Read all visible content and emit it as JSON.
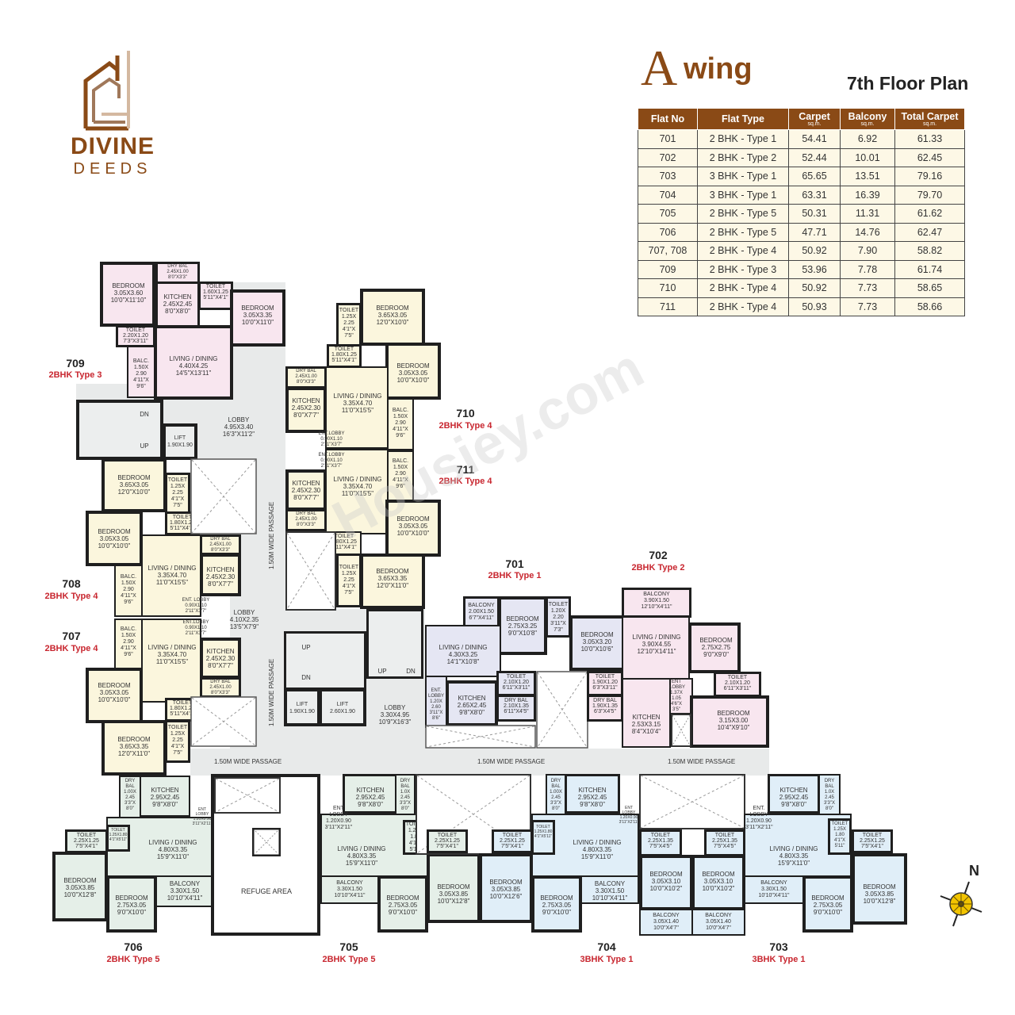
{
  "brand": {
    "name_line1": "DIVINE",
    "name_line2": "DEEDS",
    "logo_icon": "house-logo-icon",
    "color": "#8a4a16"
  },
  "header": {
    "wing_letter": "A",
    "wing_word": "wing",
    "floor_title": "7th Floor Plan"
  },
  "table": {
    "columns": [
      {
        "label": "Flat No",
        "unit": ""
      },
      {
        "label": "Flat Type",
        "unit": ""
      },
      {
        "label": "Carpet",
        "unit": "sq.m."
      },
      {
        "label": "Balcony",
        "unit": "sq.m."
      },
      {
        "label": "Total Carpet",
        "unit": "sq.m."
      }
    ],
    "rows": [
      [
        "701",
        "2 BHK - Type 1",
        "54.41",
        "6.92",
        "61.33"
      ],
      [
        "702",
        "2 BHK - Type 2",
        "52.44",
        "10.01",
        "62.45"
      ],
      [
        "703",
        "3 BHK - Type 1",
        "65.65",
        "13.51",
        "79.16"
      ],
      [
        "704",
        "3 BHK - Type 1",
        "63.31",
        "16.39",
        "79.70"
      ],
      [
        "705",
        "2 BHK - Type 5",
        "50.31",
        "11.31",
        "61.62"
      ],
      [
        "706",
        "2 BHK - Type 5",
        "47.71",
        "14.76",
        "62.47"
      ],
      [
        "707, 708",
        "2 BHK - Type 4",
        "50.92",
        "7.90",
        "58.82"
      ],
      [
        "709",
        "2 BHK - Type 3",
        "53.96",
        "7.78",
        "61.74"
      ],
      [
        "710",
        "2 BHK - Type 4",
        "50.92",
        "7.73",
        "58.65"
      ],
      [
        "711",
        "2 BHK - Type 4",
        "50.93",
        "7.73",
        "58.66"
      ]
    ]
  },
  "flats": {
    "f709": {
      "no": "709",
      "type": "2BHK Type 3"
    },
    "f710": {
      "no": "710",
      "type": "2BHK Type 4"
    },
    "f711": {
      "no": "711",
      "type": "2BHK Type 4"
    },
    "f708": {
      "no": "708",
      "type": "2BHK Type 4"
    },
    "f707": {
      "no": "707",
      "type": "2BHK Type 4"
    },
    "f701": {
      "no": "701",
      "type": "2BHK Type 1"
    },
    "f702": {
      "no": "702",
      "type": "2BHK Type 2"
    },
    "f706": {
      "no": "706",
      "type": "2BHK Type 5"
    },
    "f705": {
      "no": "705",
      "type": "2BHK Type 5"
    },
    "f704": {
      "no": "704",
      "type": "3BHK Type 1"
    },
    "f703": {
      "no": "703",
      "type": "3BHK Type 1"
    }
  },
  "rooms": {
    "r709_bed1": "BEDROOM\n3.05X3.60\n10'0\"X11'10\"",
    "r709_drybal": "DRY BAL\n2.45X1.00\n8'0\"X3'3\"",
    "r709_kitchen": "KITCHEN\n2.45X2.45\n8'0\"X8'0\"",
    "r709_toilet1": "TOILET\n1.60X1.25\n5'11\"X4'1\"",
    "r709_bed2": "BEDROOM\n3.05X3.35\n10'0\"X11'0\"",
    "r709_toilet2": "TOILET\n2.20X1.20\n7'3\"X3'11\"",
    "r709_balc": "BALC.\n1.50X\n2.90\n4'11\"X\n9'6\"",
    "r709_living": "LIVING / DINING\n4.40X4.25\n14'5\"X13'11\"",
    "lobby_top": "LOBBY\n4.95X3.40\n16'3\"X11'2\"",
    "lift_top": "LIFT\n1.90X1.90",
    "stair_dn": "DN",
    "stair_up": "UP",
    "r710_toilet1": "TOILET\n1.25X\n2.25\n4'1\"X\n7'5\"",
    "r710_bed1": "BEDROOM\n3.65X3.05\n12'0\"X10'0\"",
    "r710_toilet2": "TOILET\n1.80X1.25\n5'11\"X4'1\"",
    "r710_bed2": "BEDROOM\n3.05X3.05\n10'0\"X10'0\"",
    "r710_drybal": "DRY BAL\n2.45X1.00\n8'0\"X3'3\"",
    "r710_kitchen": "KITCHEN\n2.45X2.30\n8'0\"X7'7\"",
    "r710_living": "LIVING / DINING\n3.35X4.70\n11'0\"X15'5\"",
    "r710_balc": "BALC.\n1.50X\n2.90\n4'11\"X\n9'6\"",
    "r710_ent": "ENT.LOBBY\n0.90X1.10\n2'11\"X3'7\"",
    "r711_ent": "ENT.LOBBY\n0.90X1.10\n2'11\"X3'7\"",
    "r711_kitchen": "KITCHEN\n2.45X2.30\n8'0\"X7'7\"",
    "r711_living": "LIVING / DINING\n3.35X4.70\n11'0\"X15'5\"",
    "r711_balc": "BALC.\n1.50X\n2.90\n4'11\"X\n9'6\"",
    "r711_drybal": "DRY BAL\n2.45X1.00\n8'0\"X3'3\"",
    "r711_bed2": "BEDROOM\n3.05X3.05\n10'0\"X10'0\"",
    "r711_toilet2": "TOILET\n1.80X1.25\n5'11\"X4'1\"",
    "r711_toilet1": "TOILET\n1.25X\n2.25\n4'1\"X\n7'5\"",
    "r711_bed1": "BEDROOM\n3.65X3.35\n12'0\"X11'0\"",
    "r708_bed1": "BEDROOM\n3.65X3.05\n12'0\"X10'0\"",
    "r708_toilet1": "TOILET\n1.25X\n2.25\n4'1\"X\n7'5\"",
    "r708_toilet2": "TOILET\n1.80X1.25\n5'11\"X4'1\"",
    "r708_bed2": "BEDROOM\n3.05X3.05\n10'0\"X10'0\"",
    "r708_drybal": "DRY BAL\n2.45X1.00\n8'0\"X3'3\"",
    "r708_living": "LIVING / DINING\n3.35X4.70\n11'0\"X15'5\"",
    "r708_kitchen": "KITCHEN\n2.45X2.30\n8'0\"X7'7\"",
    "r708_balc": "BALC.\n1.50X\n2.90\n4'11\"X\n9'6\"",
    "r708_ent": "ENT. LOBBY\n0.90X1.10\n2'11\"X3'7\"",
    "lobby_mid": "LOBBY\n4.10X2.35\n13'5\"X7'9\"",
    "r707_ent": "ENT.LOBBY\n0.90X1.10\n2'11\"X3'7\"",
    "r707_balc": "BALC.\n1.50X\n2.90\n4'11\"X\n9'6\"",
    "r707_living": "LIVING / DINING\n3.35X4.70\n11'0\"X15'5\"",
    "r707_kitchen": "KITCHEN\n2.45X2.30\n8'0\"X7'7\"",
    "r707_bed2": "BEDROOM\n3.05X3.05\n10'0\"X10'0\"",
    "r707_drybal": "DRY BAL\n2.45X1.00\n8'0\"X3'3\"",
    "r707_toilet2": "TOILET\n1.80X1.25\n5'11\"X4'1\"",
    "r707_bed1": "BEDROOM\n3.65X3.35\n12'0\"X11'0\"",
    "r707_toilet1": "TOILET\n1.25X\n2.25\n4'1\"X\n7'5\"",
    "passage_v1": "1.50M WIDE PASSAGE",
    "passage_v2": "1.50M WIDE PASSAGE",
    "passage_h1": "1.50M WIDE PASSAGE",
    "passage_h2": "1.50M WIDE PASSAGE",
    "passage_h3": "1.50M WIDE PASSAGE",
    "stair2_up": "UP",
    "stair2_dn": "DN",
    "stair3_up": "UP",
    "stair3_dn": "DN",
    "lift1": "LIFT\n1.90X1.90",
    "lift2": "LIFT\n2.60X1.90",
    "lobby_main": "LOBBY\n3.30X4.95\n10'9\"X16'3\"",
    "r701_balcony": "BALCONY\n2.00X1.50\n6'7\"X4'11\"",
    "r701_bed1": "BEDROOM\n2.75X3.25\n9'0\"X10'8\"",
    "r701_toilet1": "TOILET\n1.20X\n2.20\n3'11\"X\n7'3\"",
    "r701_bed2": "BEDROOM\n3.05X3.20\n10'0\"X10'6\"",
    "r701_living": "LIVING / DINING\n4.30X3.25\n14'1\"X10'8\"",
    "r701_ent": "ENT.\nLOBBY\n1.20X\n2.60\n3'11\"X\n8'6\"",
    "r701_kitchen": "KITCHEN\n2.65X2.45\n9'8\"X8'0\"",
    "r701_toilet2": "TOILET\n2.10X1.20\n6'11\"X3'11\"",
    "r701_drybal": "DRY BAL\n2.10X1.35\n6'11\"X4'5\"",
    "r702_toilet1": "TOILET\n1.90X1.20\n6'3\"X3'11\"",
    "r702_drybal": "DRY BAL\n1.90X1.35\n6'3\"X4'5\"",
    "r702_balcony": "BALCONY\n3.90X1.50\n12'10\"X4'11\"",
    "r702_living": "LIVING / DINING\n3.90X4.55\n12'10\"X14'11\"",
    "r702_bed1": "BEDROOM\n2.75X2.75\n9'0\"X9'0\"",
    "r702_ent": "ENT\nLOBBY\n1.37X\n1.05\n4'6\"X\n3'5\"",
    "r702_kitchen": "KITCHEN\n2.53X3.15\n8'4\"X10'4\"",
    "r702_toilet2": "TOILET\n2.10X1.20\n6'11\"X3'11\"",
    "r702_bed2": "BEDROOM\n3.15X3.00\n10'4\"X9'10\"",
    "r706_drybal": "DRY\nBAL\n1.00X\n2.45\n3'3\"X\n8'0\"",
    "r706_kitchen": "KITCHEN\n2.95X2.45\n9'8\"X8'0\"",
    "r706_ent": "ENT\nLOBBY\n1.20X0.90\n3'11\"X2'11\"",
    "r706_toilet1": "TOILET\n1.25X1.80\n4'1\"X5'11\"",
    "r706_toilet2": "TOILET\n2.25X1.25\n7'5\"X4'1\"",
    "r706_living": "LIVING / DINING\n4.80X3.35\n15'9\"X11'0\"",
    "r706_bed1": "BEDROOM\n3.05X3.85\n10'0\"X12'8\"",
    "r706_bed2": "BEDROOM\n2.75X3.05\n9'0\"X10'0\"",
    "r706_balcony": "BALCONY\n3.30X1.50\n10'10\"X4'11\"",
    "refuge": "REFUGE AREA",
    "r705_kitchen": "KITCHEN\n2.95X2.45\n9'8\"X8'0\"",
    "r705_drybal": "DRY\nBAL\n1.0X\n2.45\n3'3\"X\n8'0\"",
    "r705_ent": "ENT\nLOBBY\n1.20X0.90\n3'11\"X2'11\"",
    "r705_toilet1": "TOILET\n1.25X\n1.80\n4'1\"X\n5'11\"",
    "r705_toilet2": "TOILET\n2.25X1.25\n7'5\"X4'1\"",
    "r705_living": "LIVING / DINING\n4.80X3.35\n15'9\"X11'0\"",
    "r705_balcony": "BALCONY\n3.30X1.50\n10'10\"X4'11\"",
    "r705_bed2": "BEDROOM\n2.75X3.05\n9'0\"X10'0\"",
    "r705_bed1": "BEDROOM\n3.05X3.85\n10'0\"X12'8\"",
    "r704_toilet3": "TOILET\n2.25X1.25\n7'5\"X4'1\"",
    "r704_bed1": "BEDROOM\n3.05X3.85\n10'0\"X12'6\"",
    "r704_drybal": "DRY\nBAL\n1.00X\n2.45\n3'3\"X\n8'0\"",
    "r704_kitchen": "KITCHEN\n2.95X2.45\n9'8\"X8'0\"",
    "r704_ent": "ENT\nLOBBY\n1.20X0.90\n3'11\"X2'11\"",
    "r704_toilet1": "TOILET\n1.25X1.80\n4'1\"X5'11\"",
    "r704_living": "LIVING / DINING\n4.80X3.35\n15'9\"X11'0\"",
    "r704_bed2": "BEDROOM\n2.75X3.05\n9'0\"X10'0\"",
    "r704_balcony": "BALCONY\n3.30X1.50\n10'10\"X4'11\"",
    "r704_toilet2": "TOILET\n2.25X1.35\n7'5\"X4'5\"",
    "r704_bed3": "BEDROOM\n3.05X3.10\n10'0\"X10'2\"",
    "r704_balcony2": "BALCONY\n3.05X1.40\n10'0\"X4'7\"",
    "r703_toilet2": "TOILET\n2.25X1.35\n7'5\"X4'5\"",
    "r703_bed3": "BEDROOM\n3.05X3.10\n10'0\"X10'2\"",
    "r703_balcony2": "BALCONY\n3.05X1.40\n10'0\"X4'7\"",
    "r703_ent": "ENT.\nLOBBY\n1.20X0.90\n3'11\"X2'11\"",
    "r703_kitchen": "KITCHEN\n2.95X2.45\n9'8\"X8'0\"",
    "r703_drybal": "DRY\nBAL\n1.0X\n2.45\n3'3\"X\n8'0\"",
    "r703_toilet1": "TOILET\n1.25X\n1.80\n4'1\"X\n5'11\"",
    "r703_toilet3": "TOILET\n2.25X1.25\n7'5\"X4'1\"",
    "r703_living": "LIVING / DINING\n4.80X3.35\n15'9\"X11'0\"",
    "r703_balcony": "BALCONY\n3.30X1.50\n10'10\"X4'11\"",
    "r703_bed2": "BEDROOM\n2.75X3.05\n9'0\"X10'0\"",
    "r703_bed1": "BEDROOM\n3.05X3.85\n10'0\"X12'8\""
  },
  "compass": {
    "label": "N",
    "icon": "compass-icon"
  },
  "watermark": "Housiey.com"
}
